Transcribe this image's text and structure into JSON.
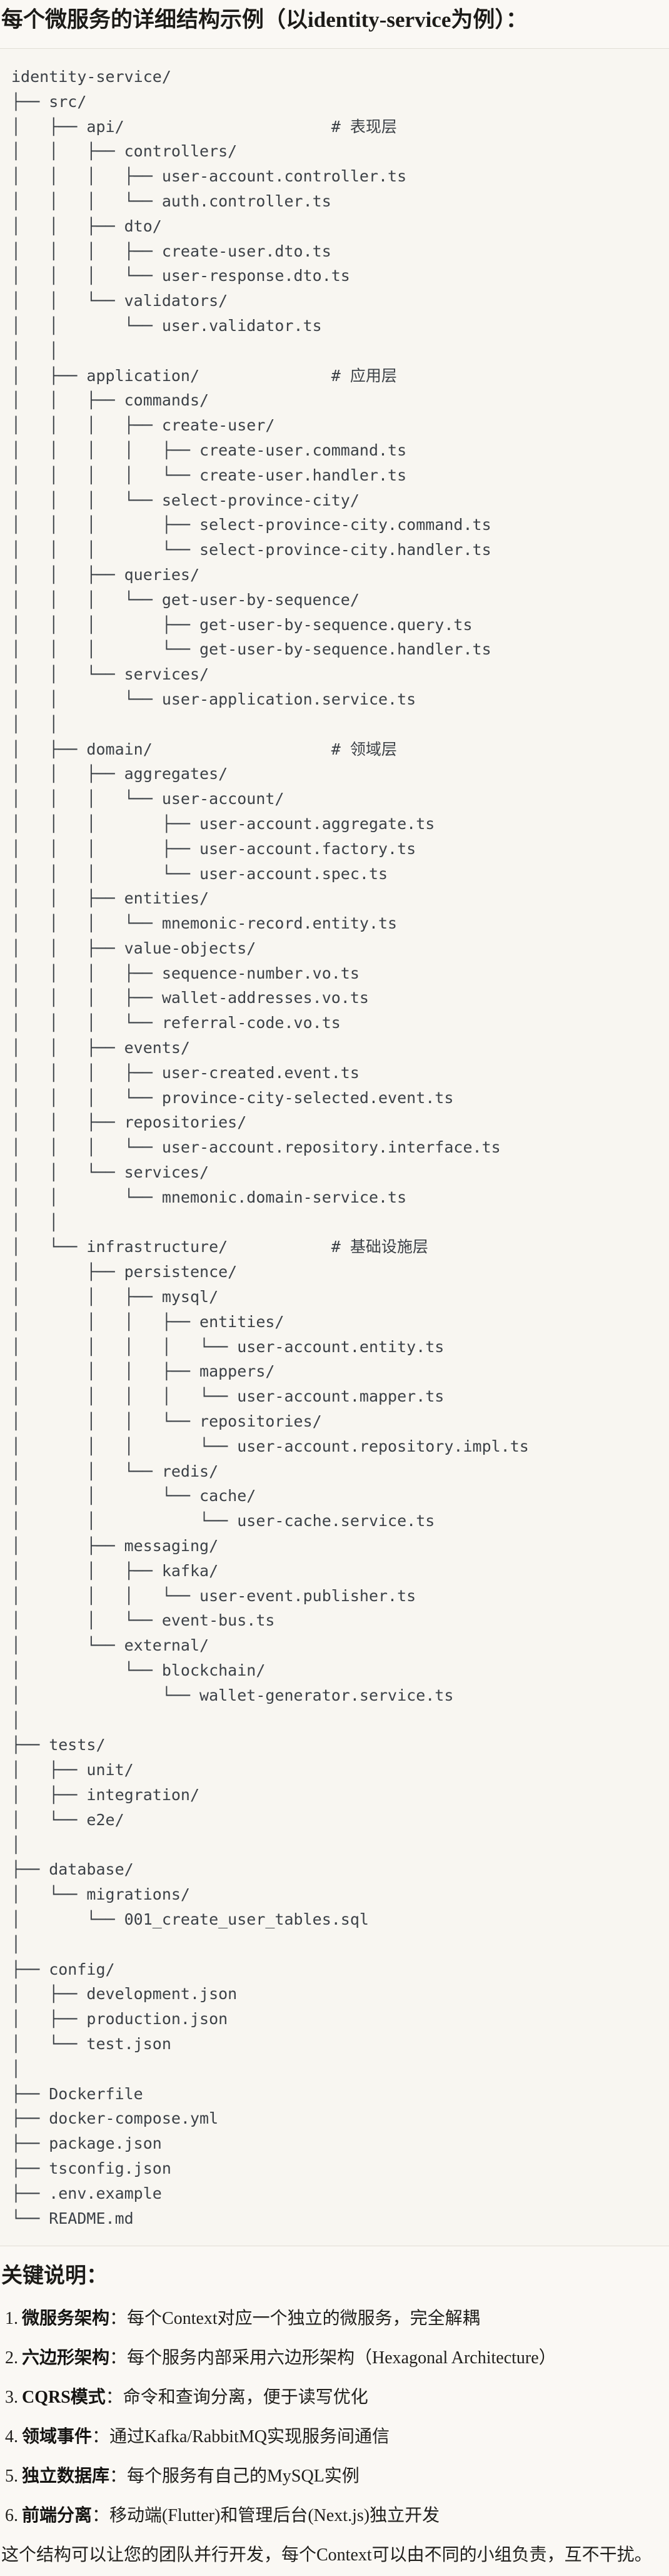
{
  "title": "每个微服务的详细结构示例（以identity-service为例）：",
  "file_tree": "identity-service/\n├── src/\n│   ├── api/                      # 表现层\n│   │   ├── controllers/\n│   │   │   ├── user-account.controller.ts\n│   │   │   └── auth.controller.ts\n│   │   ├── dto/\n│   │   │   ├── create-user.dto.ts\n│   │   │   └── user-response.dto.ts\n│   │   └── validators/\n│   │       └── user.validator.ts\n│   │\n│   ├── application/              # 应用层\n│   │   ├── commands/\n│   │   │   ├── create-user/\n│   │   │   │   ├── create-user.command.ts\n│   │   │   │   └── create-user.handler.ts\n│   │   │   └── select-province-city/\n│   │   │       ├── select-province-city.command.ts\n│   │   │       └── select-province-city.handler.ts\n│   │   ├── queries/\n│   │   │   └── get-user-by-sequence/\n│   │   │       ├── get-user-by-sequence.query.ts\n│   │   │       └── get-user-by-sequence.handler.ts\n│   │   └── services/\n│   │       └── user-application.service.ts\n│   │\n│   ├── domain/                   # 领域层\n│   │   ├── aggregates/\n│   │   │   └── user-account/\n│   │   │       ├── user-account.aggregate.ts\n│   │   │       ├── user-account.factory.ts\n│   │   │       └── user-account.spec.ts\n│   │   ├── entities/\n│   │   │   └── mnemonic-record.entity.ts\n│   │   ├── value-objects/\n│   │   │   ├── sequence-number.vo.ts\n│   │   │   ├── wallet-addresses.vo.ts\n│   │   │   └── referral-code.vo.ts\n│   │   ├── events/\n│   │   │   ├── user-created.event.ts\n│   │   │   └── province-city-selected.event.ts\n│   │   ├── repositories/\n│   │   │   └── user-account.repository.interface.ts\n│   │   └── services/\n│   │       └── mnemonic.domain-service.ts\n│   │\n│   └── infrastructure/           # 基础设施层\n│       ├── persistence/\n│       │   ├── mysql/\n│       │   │   ├── entities/\n│       │   │   │   └── user-account.entity.ts\n│       │   │   ├── mappers/\n│       │   │   │   └── user-account.mapper.ts\n│       │   │   └── repositories/\n│       │   │       └── user-account.repository.impl.ts\n│       │   └── redis/\n│       │       └── cache/\n│       │           └── user-cache.service.ts\n│       ├── messaging/\n│       │   ├── kafka/\n│       │   │   └── user-event.publisher.ts\n│       │   └── event-bus.ts\n│       └── external/\n│           └── blockchain/\n│               └── wallet-generator.service.ts\n│\n├── tests/\n│   ├── unit/\n│   ├── integration/\n│   └── e2e/\n│\n├── database/\n│   └── migrations/\n│       └── 001_create_user_tables.sql\n│\n├── config/\n│   ├── development.json\n│   ├── production.json\n│   └── test.json\n│\n├── Dockerfile\n├── docker-compose.yml\n├── package.json\n├── tsconfig.json\n├── .env.example\n└── README.md",
  "tree_comments": [
    "# 表现层",
    "# 应用层",
    "# 领域层",
    "# 基础设施层"
  ],
  "notes": {
    "heading": "关键说明：",
    "items": [
      {
        "num": "1.",
        "label": "微服务架构",
        "text": "：每个Context对应一个独立的微服务，完全解耦"
      },
      {
        "num": "2.",
        "label": "六边形架构",
        "text": "：每个服务内部采用六边形架构（Hexagonal Architecture）"
      },
      {
        "num": "3.",
        "label": "CQRS模式",
        "text": "：命令和查询分离，便于读写优化"
      },
      {
        "num": "4.",
        "label": "领域事件",
        "text": "：通过Kafka/RabbitMQ实现服务间通信"
      },
      {
        "num": "5.",
        "label": "独立数据库",
        "text": "：每个服务有自己的MySQL实例"
      },
      {
        "num": "6.",
        "label": "前端分离",
        "text": "：移动端(Flutter)和管理后台(Next.js)独立开发"
      }
    ],
    "footer": "这个结构可以让您的团队并行开发，每个Context可以由不同的小组负责，互不干扰。"
  },
  "colors": {
    "page_background": "#faf8f4",
    "code_background": "#f8f6f1",
    "code_border": "#e1ded6",
    "code_text": "#3c4147",
    "heading_text": "#1c1b18",
    "body_text": "#21201d"
  }
}
